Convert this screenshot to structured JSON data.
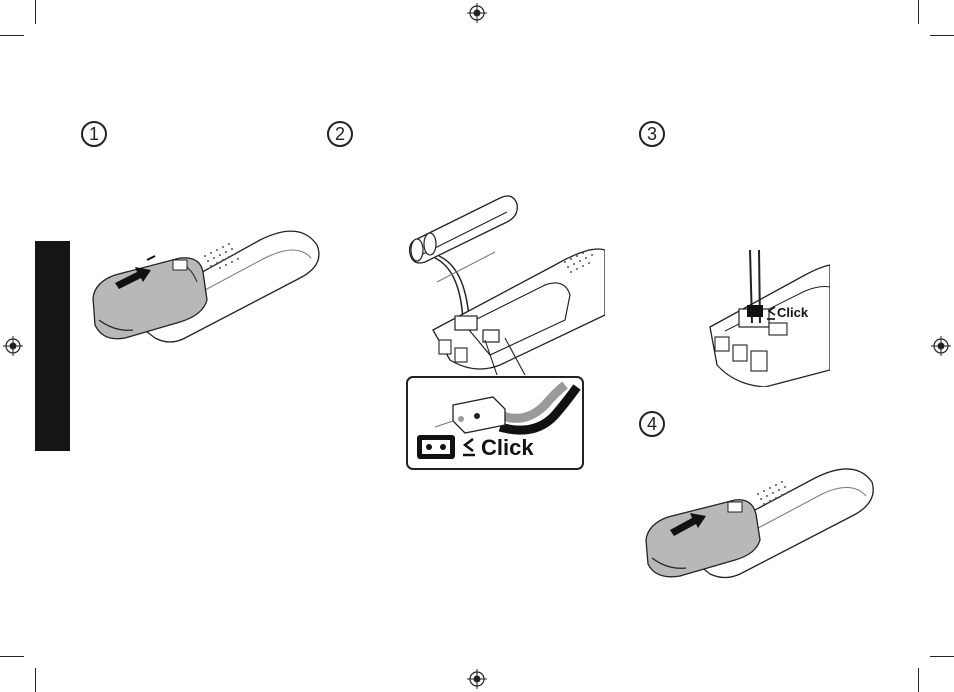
{
  "steps": [
    {
      "number": "1"
    },
    {
      "number": "2"
    },
    {
      "number": "3"
    },
    {
      "number": "4"
    }
  ],
  "labels": {
    "click_large": "Click",
    "click_small": "Click"
  },
  "colors": {
    "ink": "#1a1a1a",
    "cover_gray": "#b8b8b8",
    "wire_red_tone": "#9a9a9a",
    "wire_black": "#111111",
    "side_tab": "#151515"
  }
}
